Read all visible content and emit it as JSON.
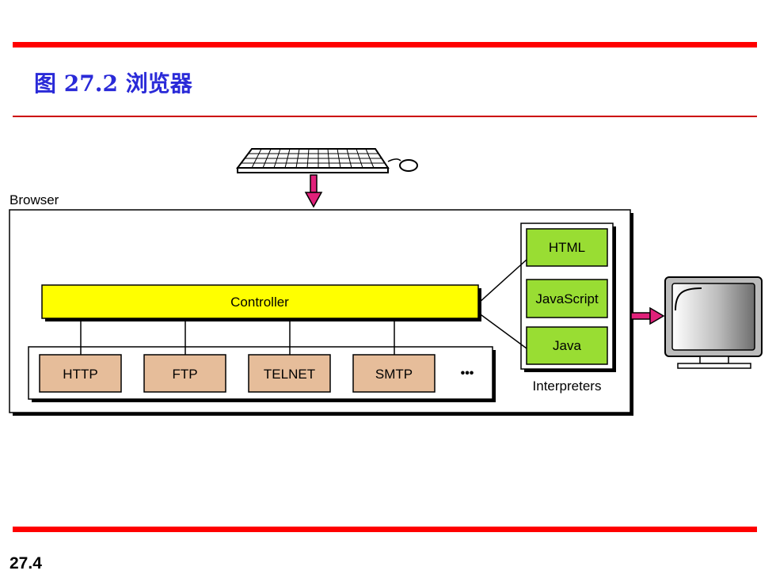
{
  "slide": {
    "title": "图 27.2  浏览器",
    "page_number": "27.4"
  },
  "diagram": {
    "browser_label": "Browser",
    "controller_label": "Controller",
    "clients": [
      "HTTP",
      "FTP",
      "TELNET",
      "SMTP"
    ],
    "more_label": "•••",
    "interpreters": [
      "HTML",
      "JavaScript",
      "Java"
    ],
    "interpreters_label": "Interpreters"
  },
  "colors": {
    "rule": "#ff0000",
    "title": "#2a2ad8",
    "controller": "#ffff00",
    "client": "#e6bd9a",
    "interpreter": "#99dd33",
    "arrow": "#e0217a"
  },
  "icons": [
    "keyboard-icon",
    "mouse-icon",
    "monitor-icon"
  ]
}
